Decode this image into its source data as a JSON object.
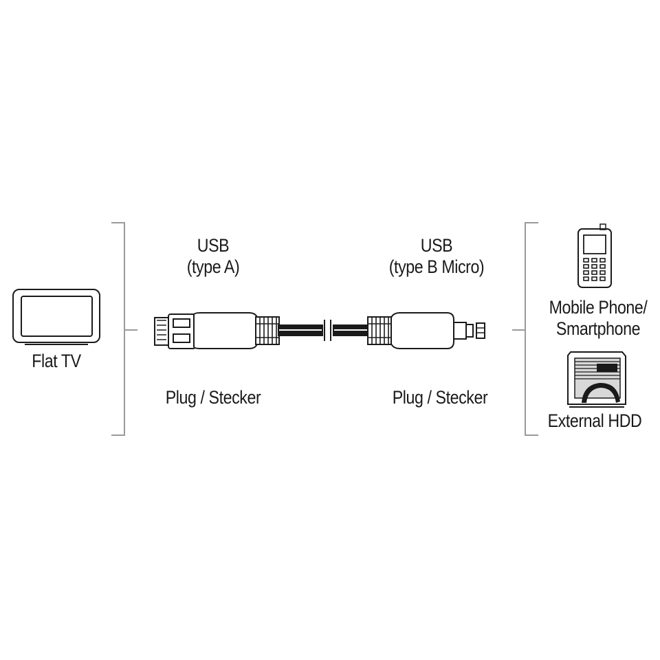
{
  "left_device": {
    "label": "Flat TV",
    "icon": "flat-tv-icon"
  },
  "connector_a": {
    "title_line1": "USB",
    "title_line2": "(type A)",
    "caption": "Plug / Stecker",
    "icon": "usb-a-plug-icon"
  },
  "connector_b": {
    "title_line1": "USB",
    "title_line2": "(type B Micro)",
    "caption": "Plug / Stecker",
    "icon": "usb-micro-b-plug-icon"
  },
  "right_devices": [
    {
      "label_line1": "Mobile Phone/",
      "label_line2": "Smartphone",
      "icon": "mobile-phone-icon"
    },
    {
      "label_line1": "External HDD",
      "icon": "external-hdd-icon"
    }
  ],
  "colors": {
    "line": "#1a1a1a",
    "bracket": "#9a9a9a",
    "background": "#ffffff"
  }
}
